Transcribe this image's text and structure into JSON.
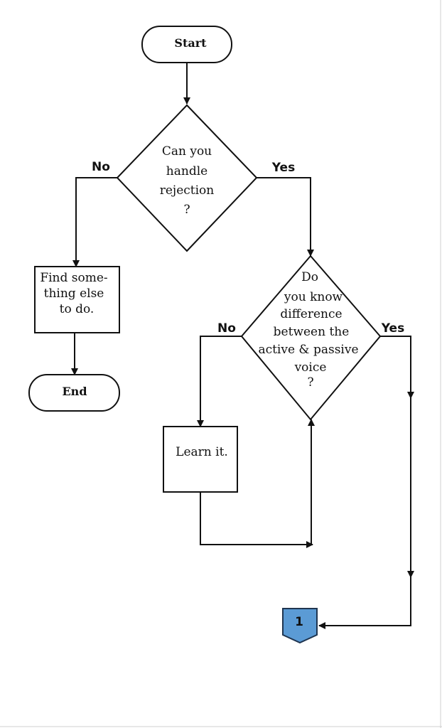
{
  "nodes": {
    "start": {
      "label": "Start"
    },
    "q_rejection": {
      "lines": [
        "Can you",
        "handle",
        "rejection",
        "?"
      ]
    },
    "find_else": {
      "lines": [
        "Find some-",
        "thing else",
        "to do."
      ]
    },
    "end": {
      "label": "End"
    },
    "q_voice": {
      "lines": [
        "Do",
        "you know",
        "difference",
        "between the",
        "active & passive",
        "voice",
        "?"
      ]
    },
    "learn": {
      "label": "Learn it."
    },
    "connector": {
      "label": "1",
      "fill": "#5b9bd5"
    }
  },
  "edges": {
    "q_rejection_no": "No",
    "q_rejection_yes": "Yes",
    "q_voice_no": "No",
    "q_voice_yes": "Yes"
  }
}
